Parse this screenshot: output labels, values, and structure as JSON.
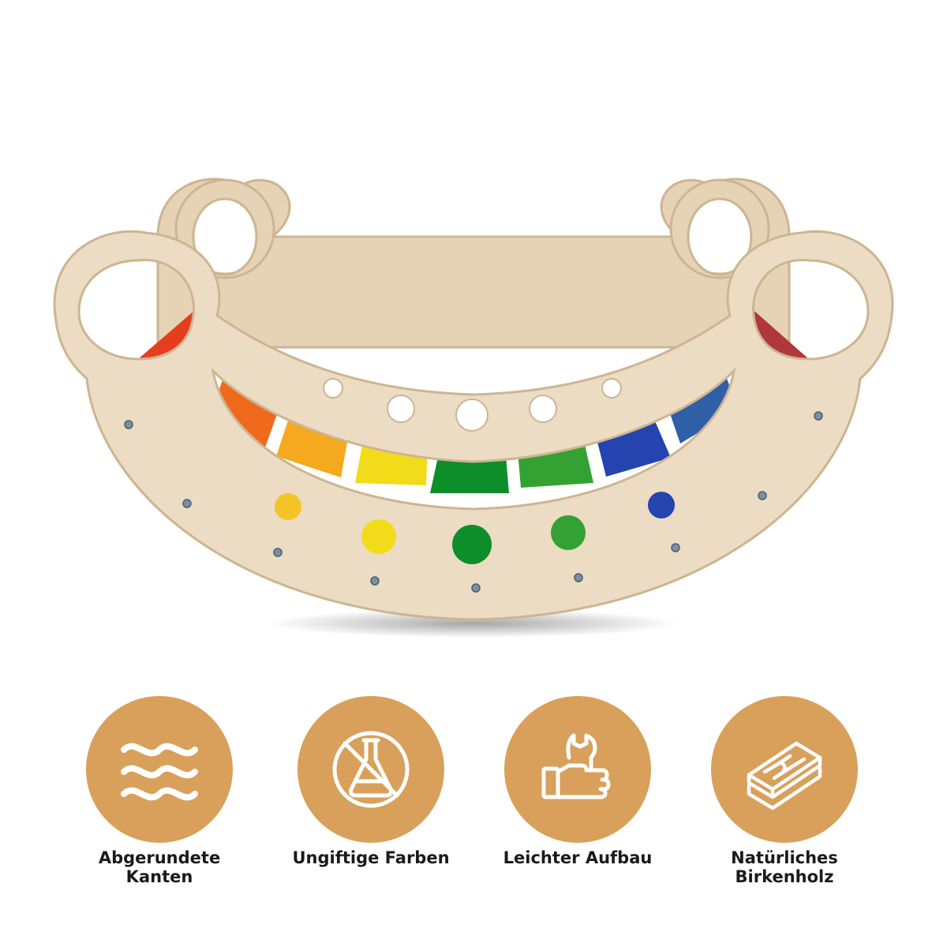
{
  "theme": {
    "badge_color": "#D9A05B",
    "wood_color": "#E9D9BF",
    "wood_edge": "#CDB592",
    "rainbow": [
      "#E53E1E",
      "#F06A1C",
      "#F4A91E",
      "#F2DC1A",
      "#0E8E2A",
      "#33A233",
      "#2544B0",
      "#2F5FA6",
      "#B0383A"
    ]
  },
  "features": [
    {
      "icon": "waves-icon",
      "label": "Abgerundete\nKanten"
    },
    {
      "icon": "non-toxic-flask-icon",
      "label": "Ungiftige Farben"
    },
    {
      "icon": "wrench-hand-icon",
      "label": "Leichter Aufbau"
    },
    {
      "icon": "wood-planks-icon",
      "label": "Natürliches\nBirkenholz"
    }
  ]
}
